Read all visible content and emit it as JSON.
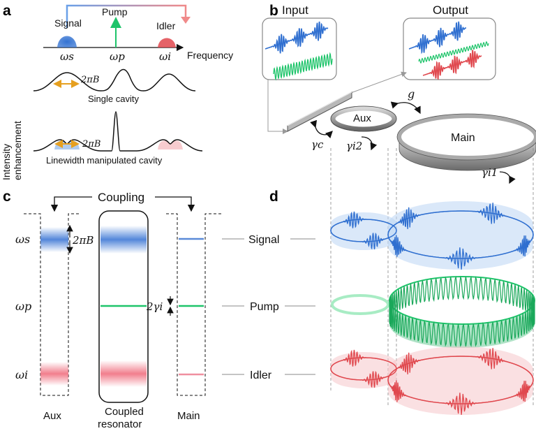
{
  "panels": {
    "a": "a",
    "b": "b",
    "c": "c",
    "d": "d"
  },
  "a": {
    "signal": "Signal",
    "pump": "Pump",
    "idler": "Idler",
    "ws": "ωs",
    "wp": "ωp",
    "wi": "ωi",
    "frequency": "Frequency",
    "bw1": "2πB",
    "single": "Single cavity",
    "bw2": "2πB",
    "manip": "Linewidth manipulated cavity",
    "ylabel1": "Intensity",
    "ylabel2": "enhancement"
  },
  "b": {
    "input": "Input",
    "output": "Output",
    "aux": "Aux",
    "main": "Main",
    "g": "g",
    "gc": "γc",
    "gi2": "γi2",
    "gi1": "γi1"
  },
  "c": {
    "coupling": "Coupling",
    "ws": "ωs",
    "wp": "ωp",
    "wi": "ωi",
    "bw": "2πB",
    "gamma": "2γi",
    "aux": "Aux",
    "coupled1": "Coupled",
    "coupled2": "resonator",
    "main": "Main"
  },
  "d": {
    "signal": "Signal",
    "pump": "Pump",
    "idler": "Idler"
  },
  "colors": {
    "signal": "#2f6fd0",
    "pump": "#1ec46a",
    "idler": "#e0484e"
  }
}
